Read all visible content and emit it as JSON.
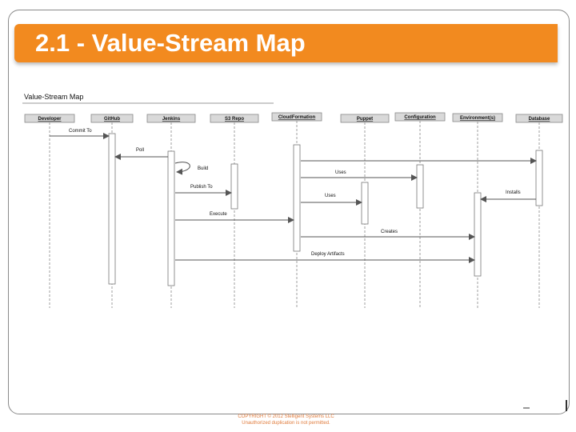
{
  "slide": {
    "title": "2.1 - Value-Stream Map",
    "diagram_title": "Value-Stream Map",
    "footer_line1": "COPYRIGHT © 2012 Stelligent Systems LLC",
    "footer_line2": "Unauthorized duplication is not permitted."
  },
  "colors": {
    "title_bar": "#f28a1f",
    "header_box": "#d9d9d9",
    "arrow": "#555555",
    "footer_text": "#e07a3a"
  },
  "participants": [
    {
      "id": "developer",
      "label": "Developer"
    },
    {
      "id": "github",
      "label": "GitHub"
    },
    {
      "id": "jenkins",
      "label": "Jenkins"
    },
    {
      "id": "s3",
      "label": "S3 Repo"
    },
    {
      "id": "cloudformation",
      "label": "CloudFormation"
    },
    {
      "id": "puppet",
      "label": "Puppet"
    },
    {
      "id": "configuration",
      "label": "Configuration"
    },
    {
      "id": "environment",
      "label": "Environment(s)"
    },
    {
      "id": "database",
      "label": "Database"
    }
  ],
  "messages": [
    {
      "from": "developer",
      "to": "github",
      "label": "Commit To"
    },
    {
      "from": "jenkins",
      "to": "github",
      "label": "Poll"
    },
    {
      "from": "jenkins",
      "to": "jenkins",
      "label": "Build"
    },
    {
      "from": "jenkins",
      "to": "s3",
      "label": "Publish To"
    },
    {
      "from": "jenkins",
      "to": "cloudformation",
      "label": "Execute"
    },
    {
      "from": "cloudformation",
      "to": "database",
      "label": ""
    },
    {
      "from": "cloudformation",
      "to": "configuration",
      "label": "Uses"
    },
    {
      "from": "cloudformation",
      "to": "puppet",
      "label": "Uses"
    },
    {
      "from": "database",
      "to": "environment",
      "label": "Installs"
    },
    {
      "from": "cloudformation",
      "to": "environment",
      "label": "Creates"
    },
    {
      "from": "jenkins",
      "to": "environment",
      "label": "Deploy Artifacts"
    }
  ]
}
